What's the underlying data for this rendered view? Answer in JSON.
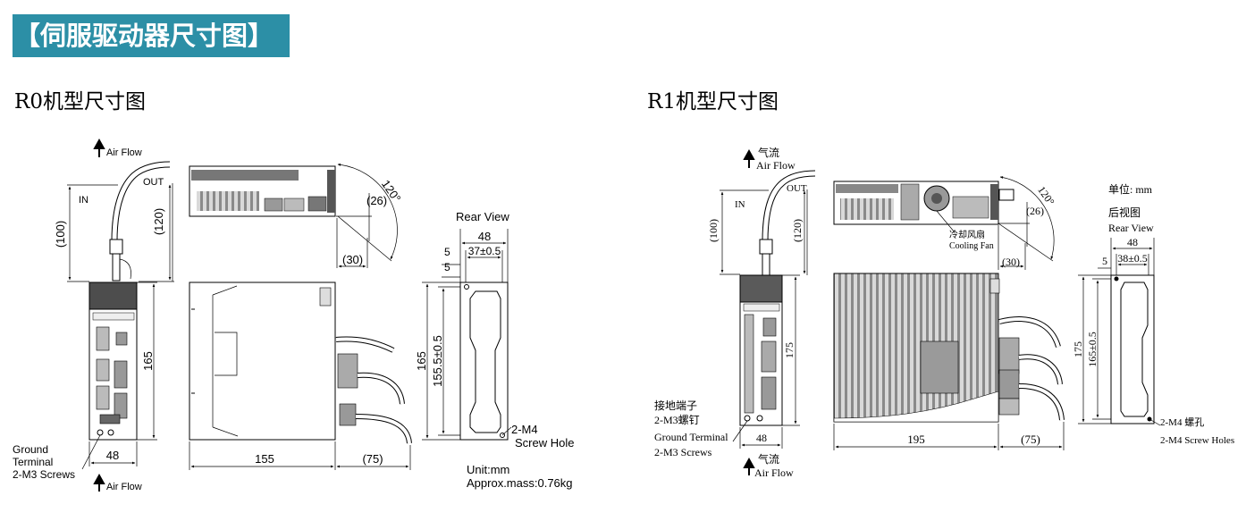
{
  "header": {
    "title": "【伺服驱动器尺寸图】"
  },
  "r0": {
    "title": "R0机型尺寸图",
    "air_flow_top": "Air Flow",
    "air_flow_bottom": "Air Flow",
    "label_in": "IN",
    "label_out": "OUT",
    "dim_100": "(100)",
    "dim_120": "(120)",
    "dim_165_front": "165",
    "dim_48_front": "48",
    "ground_line1": "Ground",
    "ground_line2": "Terminal",
    "ground_line3": "2-M3 Screws",
    "angle": "120°",
    "dim_26": "(26)",
    "dim_30": "(30)",
    "dim_155": "155",
    "dim_75": "(75)",
    "rear_view": "Rear View",
    "dim_48_rear": "48",
    "dim_37": "37±0.5",
    "dim_5a": "5",
    "dim_5b": "5",
    "dim_165_rear": "165",
    "dim_155_5": "155.5±0.5",
    "screw_line1": "2-M4",
    "screw_line2": "Screw Hole",
    "unit": "Unit:mm",
    "mass": "Approx.mass:0.76kg"
  },
  "r1": {
    "title": "R1机型尺寸图",
    "air_flow_cn_top": "气流",
    "air_flow_en_top": "Air Flow",
    "air_flow_cn_bottom": "气流",
    "air_flow_en_bottom": "Air Flow",
    "label_in": "IN",
    "label_out": "OUT",
    "dim_100": "(100)",
    "dim_120": "(120)",
    "dim_175_front": "175",
    "dim_48_front": "48",
    "ground_cn1": "接地端子",
    "ground_cn2": "2-M3螺钉",
    "ground_en1": "Ground Terminal",
    "ground_en2": "2-M3 Screws",
    "angle": "120°",
    "dim_26": "(26)",
    "dim_30": "(30)",
    "fan_cn": "冷却风扇",
    "fan_en": "Cooling Fan",
    "dim_195": "195",
    "dim_75": "(75)",
    "unit": "单位: mm",
    "rear_cn": "后视图",
    "rear_en": "Rear View",
    "dim_48_rear": "48",
    "dim_38": "38±0.5",
    "dim_5": "5",
    "dim_175_rear": "175",
    "dim_165_5": "165±0.5",
    "screw_cn": "2-M4 螺孔",
    "screw_en": "2-M4 Screw Holes"
  }
}
